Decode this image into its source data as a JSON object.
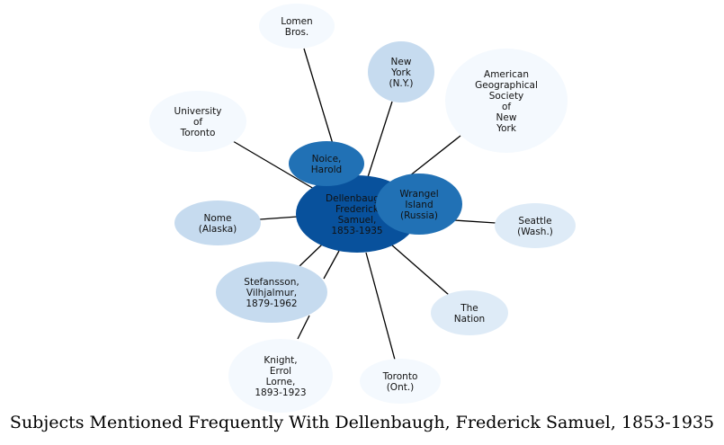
{
  "title": "Subjects Mentioned Frequently With Dellenbaugh, Frederick Samuel, 1853-1935",
  "nodes": [
    {
      "id": "lomen",
      "lines": [
        "Lomen",
        "Bros."
      ],
      "color": "#f4f9fe"
    },
    {
      "id": "newyork",
      "lines": [
        "New",
        "York",
        "(N.Y.)"
      ],
      "color": "#c6dbef"
    },
    {
      "id": "ags",
      "lines": [
        "American",
        "Geographical",
        "Society",
        "of",
        "New",
        "York"
      ],
      "color": "#f4f9fe"
    },
    {
      "id": "toronto-univ",
      "lines": [
        "University",
        "of",
        "Toronto"
      ],
      "color": "#f4f9fe"
    },
    {
      "id": "nome",
      "lines": [
        "Nome",
        "(Alaska)"
      ],
      "color": "#c6dbef"
    },
    {
      "id": "seattle",
      "lines": [
        "Seattle",
        "(Wash.)"
      ],
      "color": "#deebf7"
    },
    {
      "id": "stefansson",
      "lines": [
        "Stefansson,",
        "Vilhjalmur,",
        "1879-1962"
      ],
      "color": "#c6dbef"
    },
    {
      "id": "nation",
      "lines": [
        "The",
        "Nation"
      ],
      "color": "#deebf7"
    },
    {
      "id": "knight",
      "lines": [
        "Knight,",
        "Errol",
        "Lorne,",
        "1893-1923"
      ],
      "color": "#f4f9fe"
    },
    {
      "id": "toronto-ont",
      "lines": [
        "Toronto",
        "(Ont.)"
      ],
      "color": "#f4f9fe"
    },
    {
      "id": "dellenbaugh",
      "lines": [
        "Dellenbaugh,",
        "Frederick",
        "Samuel,",
        "1853-1935"
      ],
      "color": "#08519c"
    },
    {
      "id": "noice",
      "lines": [
        "Noice,",
        "Harold"
      ],
      "color": "#2171b5"
    },
    {
      "id": "wrangel",
      "lines": [
        "Wrangel",
        "Island",
        "(Russia)"
      ],
      "color": "#2171b5"
    }
  ]
}
